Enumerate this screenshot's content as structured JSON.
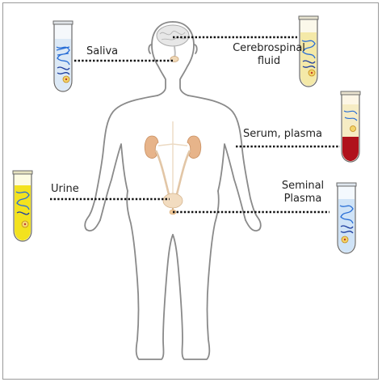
{
  "labels": {
    "saliva": "Saliva",
    "csf_line1": "Cerebrospinal",
    "csf_line2": "fluid",
    "serum": "Serum, plasma",
    "urine": "Urine",
    "seminal_line1": "Seminal",
    "seminal_line2": "Plasma"
  },
  "colors": {
    "body_outline": "#8a8a8a",
    "dotted_line": "#111111",
    "saliva_liquid": "#dce9f6",
    "csf_liquid": "#f4e9a8",
    "serum_liquid": "#b0121c",
    "urine_liquid": "#f3e21f",
    "seminal_liquid": "#cfe3f7",
    "kidney": "#e7b48a",
    "brain": "#e7e7e7"
  }
}
